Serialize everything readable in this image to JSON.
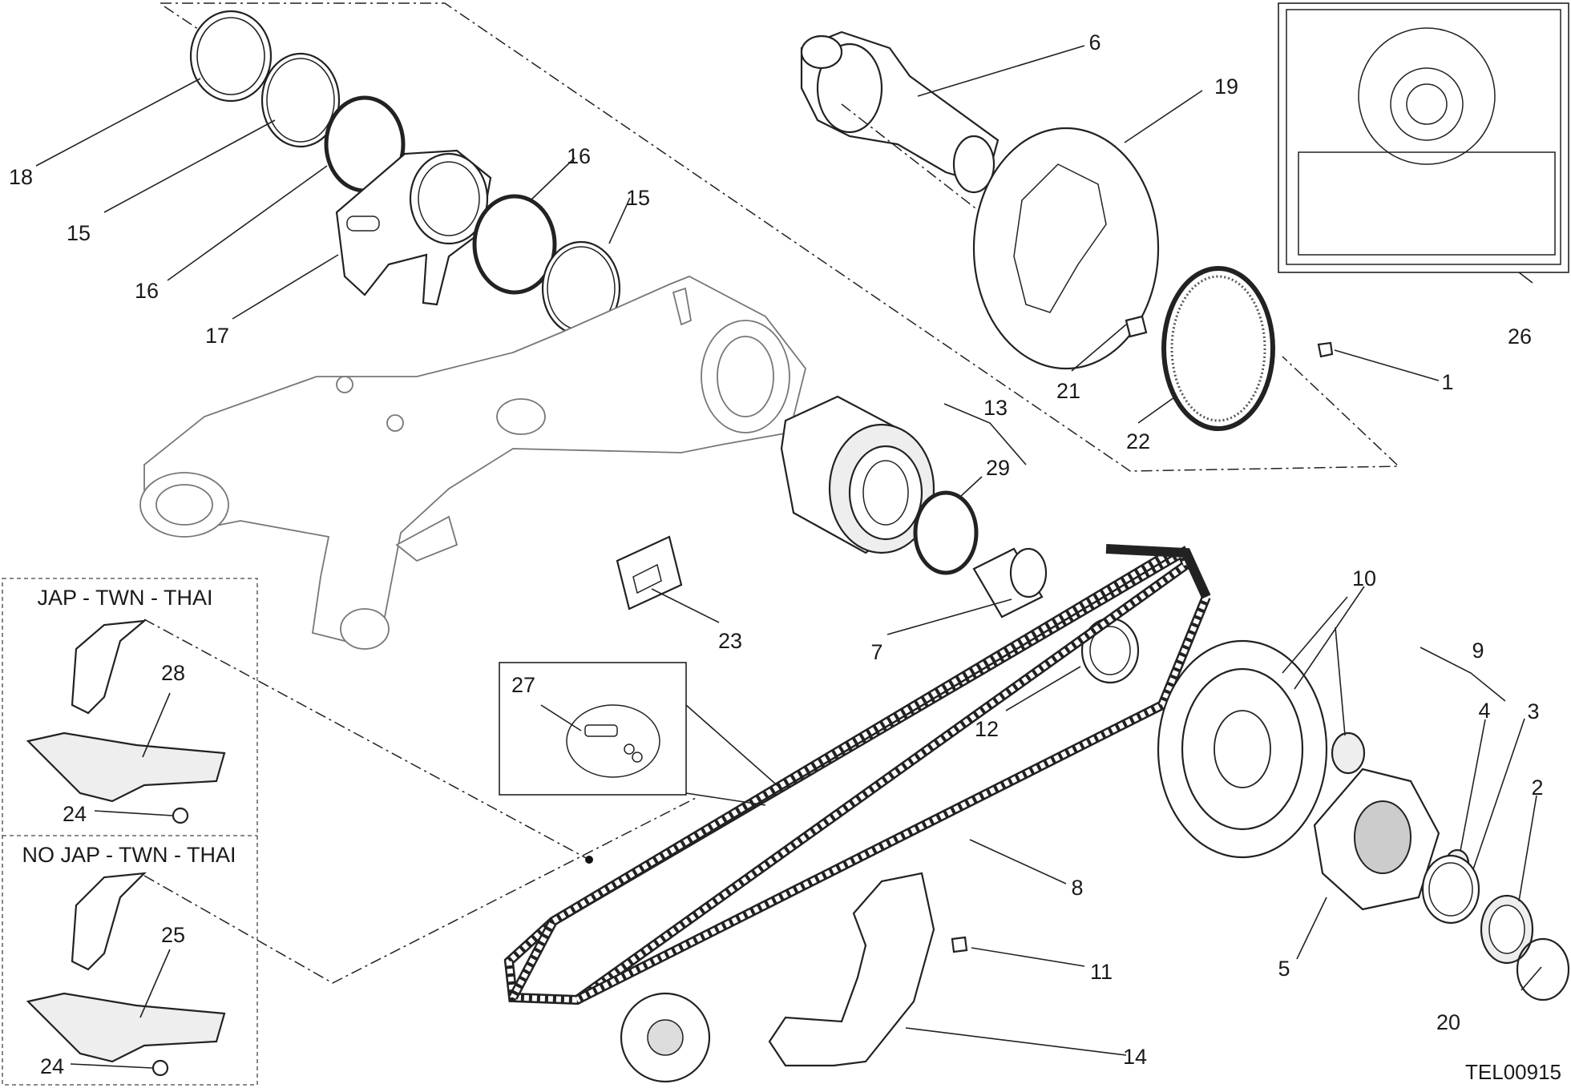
{
  "callouts": [
    "1",
    "2",
    "3",
    "4",
    "5",
    "6",
    "7",
    "8",
    "9",
    "10",
    "11",
    "12",
    "13",
    "14",
    "15",
    "15",
    "16",
    "16",
    "17",
    "18",
    "19",
    "20",
    "21",
    "22",
    "23",
    "24",
    "24",
    "25",
    "26",
    "27",
    "28",
    "29"
  ],
  "variant_boxes": {
    "top_title": "JAP - TWN - THAI",
    "bottom_title": "NO JAP - TWN - THAI"
  },
  "drawing_code": "TEL00915"
}
